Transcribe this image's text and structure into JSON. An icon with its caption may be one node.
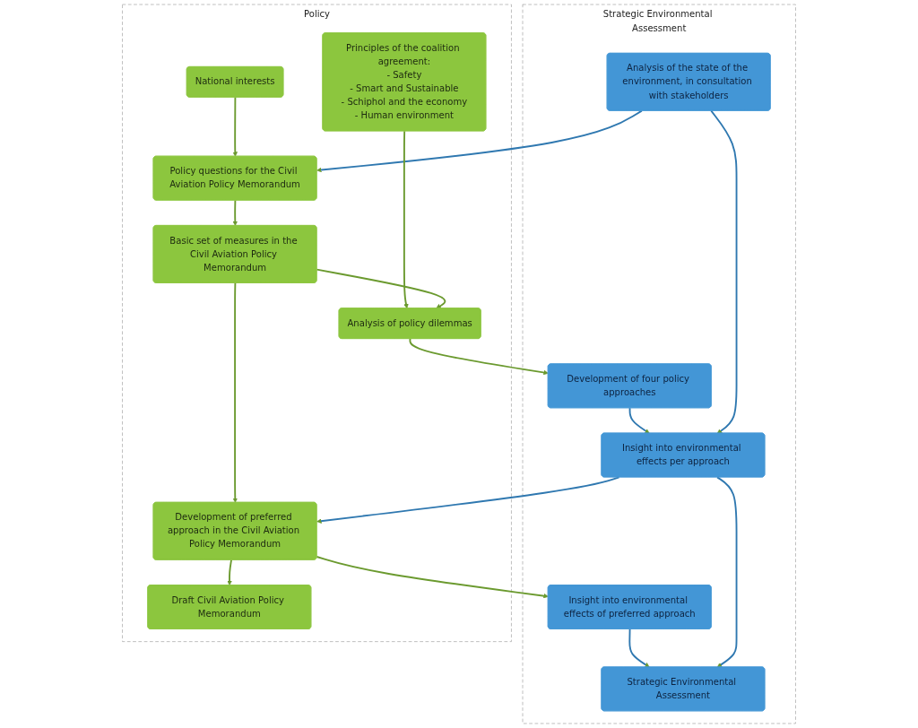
{
  "diagram": {
    "nodes": [
      {
        "text": [
          "Policy"
        ]
      },
      {
        "text": [
          "Strategic Environmental Assessment"
        ]
      },
      {
        "text": [
          "National interests"
        ],
        "in": 0
      },
      {
        "text": [
          "Principles of the coalition agreement:",
          "- Safety",
          "- Smart and Sustainable",
          "- Schiphol and the economy",
          "- Human environment"
        ],
        "in": 0
      },
      {
        "text": [
          "Analysis of the state of the environment, in consultation with stakeholders"
        ],
        "in": 1
      },
      {
        "text": [
          "Policy questions for the Civil Aviation Policy Memorandum"
        ],
        "in": 0
      },
      {
        "text": [
          "Basic set of measures in the Civil Aviation Policy Memorandum"
        ],
        "in": 0
      },
      {
        "text": [
          "Analysis of policy dilemmas"
        ],
        "in": 0
      },
      {
        "text": [
          "Development of four policy approaches"
        ],
        "in": 1
      },
      {
        "text": [
          "Development of preferred approach in the Civil Aviation Policy Memorandum"
        ],
        "in": 0
      },
      {
        "text": [
          "Insight into environmental effects per approach"
        ],
        "in": 1
      },
      {
        "text": [
          "Insight into environmental effects of preferred approach"
        ],
        "in": 1
      },
      {
        "text": [
          "Draft Civil Aviation Policy Memorandum"
        ],
        "in": 0
      },
      {
        "text": [
          "Strategic Environmental Assessment"
        ],
        "in": 1
      }
    ],
    "edges": [
      {
        "from": 2,
        "to": 5,
        "arrow": "to"
      },
      {
        "from": 4,
        "to": 5,
        "arrow": "to",
        "color": "#2f78b0"
      },
      {
        "from": 3,
        "to": 7,
        "arrow": "to"
      },
      {
        "from": 5,
        "to": 6,
        "arrow": "to"
      },
      {
        "from": 6,
        "to": 7,
        "arrow": "to"
      },
      {
        "from": 6,
        "to": 9,
        "arrow": "to"
      },
      {
        "from": 7,
        "to": 8,
        "arrow": "to"
      },
      {
        "from": 8,
        "to": 10,
        "arrow": "to",
        "color": "#2f78b0"
      },
      {
        "from": 4,
        "to": 10,
        "arrow": "to",
        "color": "#2f78b0"
      },
      {
        "from": 10,
        "to": 9,
        "arrow": "to",
        "color": "#2f78b0"
      },
      {
        "from": 9,
        "to": 11,
        "arrow": "to"
      },
      {
        "from": 9,
        "to": 12,
        "arrow": "to"
      },
      {
        "from": 11,
        "to": 13,
        "arrow": "to",
        "color": "#2f78b0"
      },
      {
        "from": 10,
        "to": 13,
        "arrow": "to",
        "color": "#2f78b0"
      }
    ]
  }
}
